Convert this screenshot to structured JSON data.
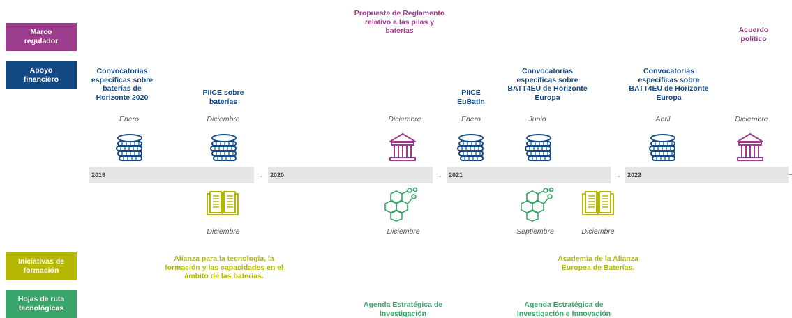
{
  "categories": {
    "marco": {
      "label": "Marco regulador",
      "color": "#9c3c8c"
    },
    "apoyo": {
      "label": "Apoyo financiero",
      "color": "#134a84"
    },
    "iniciativas": {
      "label": "Iniciativas de formación",
      "color": "#b5b700"
    },
    "hojas": {
      "label": "Hojas de ruta tecnológicas",
      "color": "#3aa56a"
    }
  },
  "timeline": {
    "years": [
      "2019",
      "2020",
      "2021",
      "2022"
    ]
  },
  "events": {
    "e1": {
      "title": "Convocatorias específicas sobre baterías de Horizonte 2020",
      "date": "Enero",
      "icon": "coins-icon"
    },
    "e2": {
      "title": "PIICE sobre baterías",
      "date": "Diciembre",
      "icon": "coins-icon"
    },
    "e3": {
      "title": "Propuesta de Reglamento relativo a las pilas y baterías",
      "date": "Diciembre",
      "icon": "institution-icon"
    },
    "e4": {
      "title": "PIICE EuBatIn",
      "date": "Enero",
      "icon": "coins-icon"
    },
    "e5": {
      "title": "Convocatorias específicas sobre BATT4EU de Horizonte Europa",
      "date": "Junio",
      "icon": "coins-icon"
    },
    "e6": {
      "title": "Convocatorias específicas sobre BATT4EU de Horizonte Europa",
      "date": "Abril",
      "icon": "coins-icon"
    },
    "e7": {
      "title": "Acuerdo político",
      "date": "Diciembre",
      "icon": "institution-icon"
    },
    "b1": {
      "title": "Alianza para la tecnología, la formación y las capacidades en el ámbito de las baterías.",
      "date": "Diciembre",
      "icon": "book-icon"
    },
    "b2": {
      "title": "Agenda Estratégica de Investigación",
      "date": "Diciembre",
      "icon": "molecule-icon"
    },
    "b3": {
      "title": "Agenda Estratégica de Investigación e Innovación",
      "date": "Septiembre",
      "icon": "molecule-icon"
    },
    "b4": {
      "title": "Academia de la Alianza Europea de Baterías.",
      "date": "Diciembre",
      "icon": "book-icon"
    }
  }
}
